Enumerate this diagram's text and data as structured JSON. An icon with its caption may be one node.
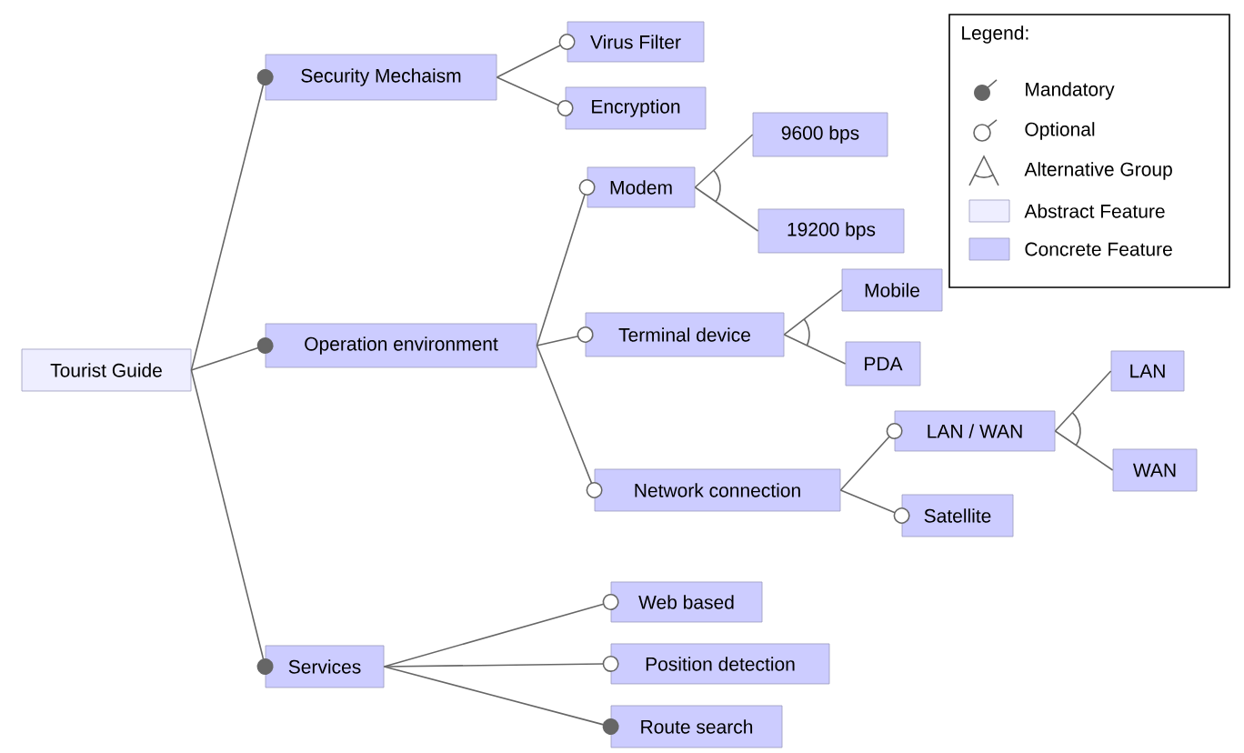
{
  "diagram": {
    "nodes": [
      {
        "text": [
          "Tourist Guide"
        ]
      },
      {
        "text": [
          "Security Mechaism"
        ]
      },
      {
        "text": [
          "Virus Filter"
        ]
      },
      {
        "text": [
          "Encryption"
        ]
      },
      {
        "text": [
          "Operation environment"
        ]
      },
      {
        "text": [
          "Modem"
        ]
      },
      {
        "text": [
          "9600 bps"
        ]
      },
      {
        "text": [
          "19200 bps"
        ]
      },
      {
        "text": [
          "Terminal device"
        ]
      },
      {
        "text": [
          "Mobile"
        ]
      },
      {
        "text": [
          "PDA"
        ]
      },
      {
        "text": [
          "Network connection"
        ]
      },
      {
        "text": [
          "LAN / WAN"
        ]
      },
      {
        "text": [
          "Satellite"
        ]
      },
      {
        "text": [
          "LAN"
        ]
      },
      {
        "text": [
          "WAN"
        ]
      },
      {
        "text": [
          "Services"
        ]
      },
      {
        "text": [
          "Web based"
        ]
      },
      {
        "text": [
          "Position detection"
        ]
      },
      {
        "text": [
          "Route search"
        ]
      }
    ],
    "edges": [
      {
        "from": 0,
        "to": 1,
        "arrow": "other"
      },
      {
        "from": 1,
        "to": 2,
        "arrow": "other"
      },
      {
        "from": 1,
        "to": 3,
        "arrow": "other"
      },
      {
        "from": 0,
        "to": 4,
        "arrow": "other"
      },
      {
        "from": 4,
        "to": 5,
        "arrow": "other"
      },
      {
        "from": 5,
        "to": 6,
        "arrow": "none"
      },
      {
        "from": 5,
        "to": 7,
        "arrow": "none"
      },
      {
        "from": 4,
        "to": 8,
        "arrow": "other"
      },
      {
        "from": 8,
        "to": 9,
        "arrow": "none"
      },
      {
        "from": 8,
        "to": 10,
        "arrow": "none"
      },
      {
        "from": 4,
        "to": 11,
        "arrow": "other"
      },
      {
        "from": 11,
        "to": 12,
        "arrow": "other"
      },
      {
        "from": 12,
        "to": 14,
        "arrow": "none"
      },
      {
        "from": 12,
        "to": 15,
        "arrow": "none"
      },
      {
        "from": 11,
        "to": 13,
        "arrow": "other"
      },
      {
        "from": 0,
        "to": 16,
        "arrow": "other"
      },
      {
        "from": 16,
        "to": 17,
        "arrow": "other"
      },
      {
        "from": 16,
        "to": 18,
        "arrow": "other"
      },
      {
        "from": 16,
        "to": 19,
        "arrow": "other"
      }
    ],
    "labels": [
      "Legend:"
    ],
    "legend": [
      {
        "text": "Mandatory"
      },
      {
        "text": "Optional"
      },
      {
        "text": "Alternative Group"
      },
      {
        "text": "Abstract Feature",
        "color": "#eeeeff"
      },
      {
        "text": "Concrete Feature",
        "color": "#ccccff"
      }
    ]
  }
}
